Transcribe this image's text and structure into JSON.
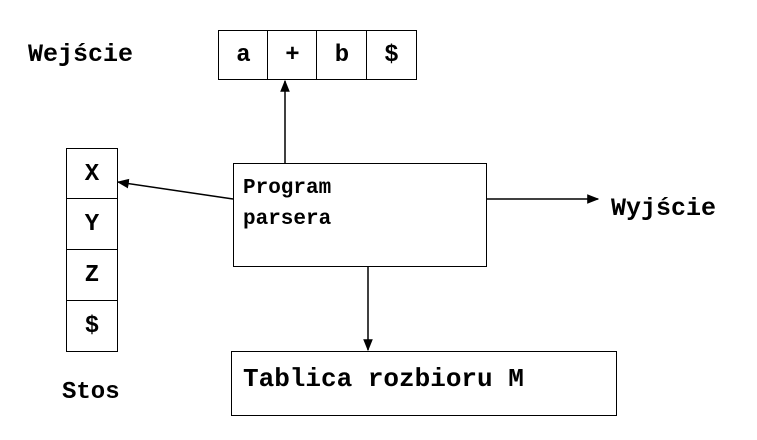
{
  "input": {
    "label": "Wejście",
    "tape": [
      "a",
      "+",
      "b",
      "$"
    ]
  },
  "stack": {
    "label": "Stos",
    "cells": [
      "X",
      "Y",
      "Z",
      "$"
    ]
  },
  "program": {
    "line1": "Program",
    "line2": "parsera"
  },
  "output": {
    "label": "Wyjście"
  },
  "table": {
    "label": "Tablica rozbioru M"
  }
}
